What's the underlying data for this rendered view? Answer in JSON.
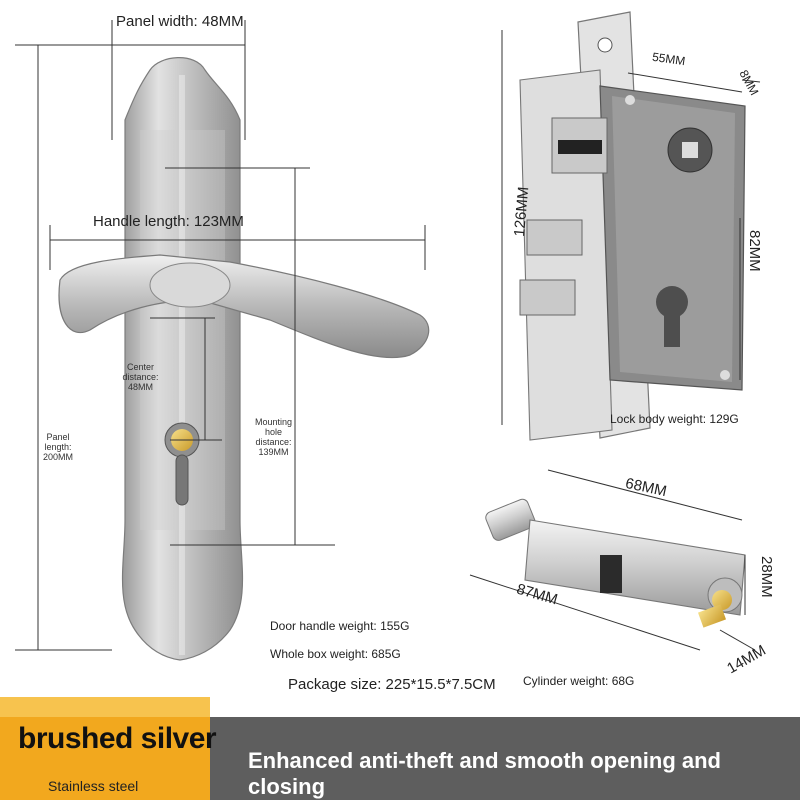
{
  "labels": {
    "panel_width": "Panel width: 48MM",
    "handle_length": "Handle length: 123MM",
    "center_distance": "Center distance: 48MM",
    "panel_length": "Panel length: 200MM",
    "mounting_hole": "Mounting hole distance: 139MM",
    "door_handle_weight": "Door handle weight: 155G",
    "whole_box_weight": "Whole box weight: 685G",
    "package_size": "Package size: 225*15.5*7.5CM",
    "lock_55": "55MM",
    "lock_8": "8MM",
    "lock_126": "126MM",
    "lock_82": "82MM",
    "lock_body_weight": "Lock body weight: 129G",
    "cyl_68": "68MM",
    "cyl_87": "87MM",
    "cyl_28": "28MM",
    "cyl_14": "14MM",
    "cylinder_weight": "Cylinder weight: 68G"
  },
  "footer": {
    "brand": "brushed silver",
    "material": "Stainless steel",
    "slogan": "Enhanced anti-theft and smooth opening and closing"
  },
  "colors": {
    "accent": "#f2a81e",
    "band": "#5e5e5e",
    "steel": "#c9c9c9"
  }
}
